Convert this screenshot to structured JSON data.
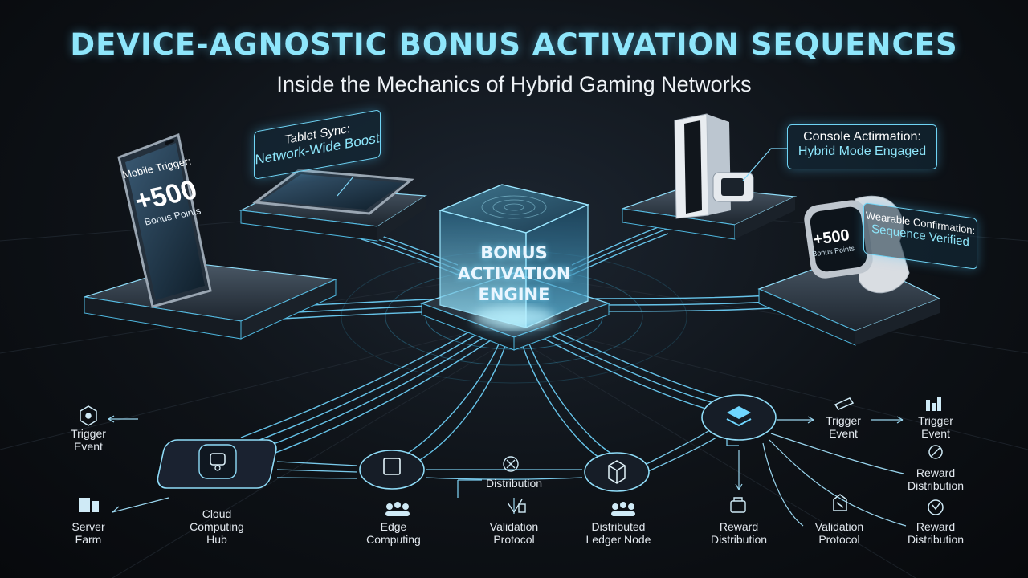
{
  "header": {
    "title": "DEVICE-AGNOSTIC BONUS ACTIVATION SEQUENCES",
    "subtitle": "Inside the Mechanics of Hybrid Gaming Networks"
  },
  "engine": {
    "line1": "BONUS",
    "line2": "ACTIVATION",
    "line3": "ENGINE"
  },
  "devices": {
    "mobile": {
      "label": "Mobile Trigger:",
      "value": "+500",
      "unit": "Bonus Points"
    },
    "tablet": {
      "line1": "Tablet Sync:",
      "line2": "Network-Wide Boost"
    },
    "console": {
      "line1": "Console Actirmation:",
      "line2": "Hybrid Mode Engaged"
    },
    "wearable": {
      "line1": "Wearable Confirmation:",
      "line2": "Sequence Verified",
      "watch_value": "+500",
      "watch_unit": "Bonus Points"
    }
  },
  "nodes": {
    "trigger_left": "Trigger\nEvent",
    "server_farm": "Server\nFarm",
    "cloud_hub": "Cloud\nComputing\nHub",
    "edge": "Edge\nComputing",
    "distribution": "Distribution",
    "validation_mid": "Validation\nProtocol",
    "ledger": "Distributed\nLedger Node",
    "reward_mid": "Reward\nDistribution",
    "validation_right": "Validation\nProtocol",
    "trigger_r1": "Trigger\nEvent",
    "trigger_r2": "Trigger\nEvent",
    "reward_r1": "Reward\nDistribution",
    "reward_r2": "Reward\nDistribution"
  },
  "colors": {
    "accent": "#8ee6fb",
    "glow": "#5fd0ff",
    "bg": "#0e1217"
  }
}
